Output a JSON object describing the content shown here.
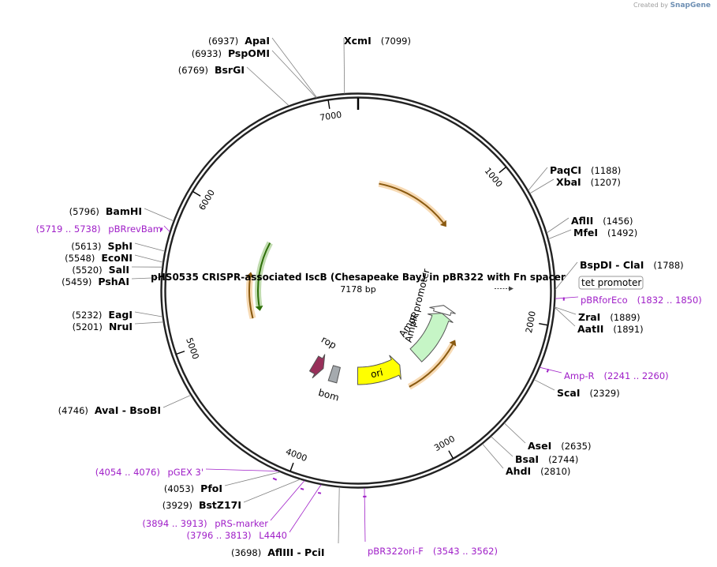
{
  "credit": {
    "prefix": "Created by",
    "brand": "SnapGene"
  },
  "plasmid": {
    "name": "pHS0535 CRISPR-associated IscB (Chesapeake Bay) in pBR322 with Fn spacer",
    "length_label": "7178 bp",
    "total_bp": 7178
  },
  "ticks": [
    {
      "bp": 1000,
      "label": "1000"
    },
    {
      "bp": 2000,
      "label": "2000"
    },
    {
      "bp": 3000,
      "label": "3000"
    },
    {
      "bp": 4000,
      "label": "4000"
    },
    {
      "bp": 5000,
      "label": "5000"
    },
    {
      "bp": 6000,
      "label": "6000"
    },
    {
      "bp": 7000,
      "label": "7000"
    }
  ],
  "enzymes": [
    {
      "bp": 6937,
      "pos_text": "(6937)",
      "name": "ApaI",
      "side": "left"
    },
    {
      "bp": 6933,
      "pos_text": "(6933)",
      "name": "PspOMI",
      "side": "left"
    },
    {
      "bp": 6769,
      "pos_text": "(6769)",
      "name": "BsrGI",
      "side": "left"
    },
    {
      "bp": 7099,
      "pos_text": "(7099)",
      "name": "XcmI",
      "side": "right"
    },
    {
      "bp": 1188,
      "pos_text": "(1188)",
      "name": "PaqCI",
      "side": "right"
    },
    {
      "bp": 1207,
      "pos_text": "(1207)",
      "name": "XbaI",
      "side": "right"
    },
    {
      "bp": 1456,
      "pos_text": "(1456)",
      "name": "AflII",
      "side": "right"
    },
    {
      "bp": 1492,
      "pos_text": "(1492)",
      "name": "MfeI",
      "side": "right"
    },
    {
      "bp": 1788,
      "pos_text": "(1788)",
      "name": "BspDI  -  ClaI",
      "side": "right"
    },
    {
      "bp": 1889,
      "pos_text": "(1889)",
      "name": "ZraI",
      "side": "right"
    },
    {
      "bp": 1891,
      "pos_text": "(1891)",
      "name": "AatII",
      "side": "right"
    },
    {
      "bp": 2329,
      "pos_text": "(2329)",
      "name": "ScaI",
      "side": "right"
    },
    {
      "bp": 2635,
      "pos_text": "(2635)",
      "name": "AseI",
      "side": "right"
    },
    {
      "bp": 2744,
      "pos_text": "(2744)",
      "name": "BsaI",
      "side": "right"
    },
    {
      "bp": 2810,
      "pos_text": "(2810)",
      "name": "AhdI",
      "side": "right"
    },
    {
      "bp": 3698,
      "pos_text": "(3698)",
      "name": "AflIII  -  PciI",
      "side": "left"
    },
    {
      "bp": 3929,
      "pos_text": "(3929)",
      "name": "BstZ17I",
      "side": "left"
    },
    {
      "bp": 4053,
      "pos_text": "(4053)",
      "name": "PfoI",
      "side": "left"
    },
    {
      "bp": 4746,
      "pos_text": "(4746)",
      "name": "AvaI  -  BsoBI",
      "side": "left"
    },
    {
      "bp": 5201,
      "pos_text": "(5201)",
      "name": "NruI",
      "side": "left"
    },
    {
      "bp": 5232,
      "pos_text": "(5232)",
      "name": "EagI",
      "side": "left"
    },
    {
      "bp": 5459,
      "pos_text": "(5459)",
      "name": "PshAI",
      "side": "left"
    },
    {
      "bp": 5520,
      "pos_text": "(5520)",
      "name": "SalI",
      "side": "left"
    },
    {
      "bp": 5548,
      "pos_text": "(5548)",
      "name": "EcoNI",
      "side": "left"
    },
    {
      "bp": 5613,
      "pos_text": "(5613)",
      "name": "SphI",
      "side": "left"
    },
    {
      "bp": 5796,
      "pos_text": "(5796)",
      "name": "BamHI",
      "side": "left"
    }
  ],
  "primers": [
    {
      "name": "pBRrevBam",
      "range_text": "(5719 .. 5738)",
      "start": 5719,
      "end": 5738,
      "side": "left"
    },
    {
      "name": "pBRforEco",
      "range_text": "(1832 .. 1850)",
      "start": 1832,
      "end": 1850,
      "side": "right"
    },
    {
      "name": "Amp-R",
      "range_text": "(2241 .. 2260)",
      "start": 2241,
      "end": 2260,
      "side": "right"
    },
    {
      "name": "pBR322ori-F",
      "range_text": "(3543 .. 3562)",
      "start": 3543,
      "end": 3562,
      "side": "right"
    },
    {
      "name": "L4440",
      "range_text": "(3796 .. 3813)",
      "start": 3796,
      "end": 3813,
      "side": "left"
    },
    {
      "name": "pRS-marker",
      "range_text": "(3894 .. 3913)",
      "start": 3894,
      "end": 3913,
      "side": "left"
    },
    {
      "name": "pGEX 3'",
      "range_text": "(4054 .. 4076)",
      "start": 4054,
      "end": 4076,
      "side": "left"
    }
  ],
  "features": [
    {
      "name": "",
      "start": 220,
      "end": 1080,
      "strand": 1,
      "radius": 138,
      "color": "#e89628",
      "kind": "orf"
    },
    {
      "name": "",
      "start": 2330,
      "end": 3030,
      "strand": -1,
      "radius": 138,
      "color": "#e89628",
      "kind": "orf"
    },
    {
      "name": "",
      "start": 5090,
      "end": 5580,
      "strand": 1,
      "radius": 138,
      "color": "#e89628",
      "kind": "orf"
    },
    {
      "name": "",
      "start": 5150,
      "end": 5950,
      "strand": -1,
      "radius": 127,
      "color": "#4c9a1c",
      "kind": "orf"
    },
    {
      "name": "AmpR",
      "start": 2095,
      "end": 2755,
      "strand": -1,
      "radius": 110,
      "color": "#c6f5c6",
      "kind": "arrow"
    },
    {
      "name": "AmpR promoter",
      "start": 1990,
      "end": 2095,
      "strand": -1,
      "radius": 110,
      "color": "#ffffff",
      "kind": "arrow"
    },
    {
      "name": "ori",
      "start": 3005,
      "end": 3595,
      "strand": -1,
      "radius": 108,
      "color": "#ffff00",
      "kind": "arrow"
    },
    {
      "name": "bom",
      "start": 3850,
      "end": 3955,
      "strand": 0,
      "radius": 110,
      "color": "#a5aaae",
      "kind": "box"
    },
    {
      "name": "rop",
      "start": 4070,
      "end": 4210,
      "strand": -1,
      "radius": 108,
      "color": "#98305a",
      "kind": "arrow"
    }
  ],
  "tet_promoter": {
    "label": "tet promoter"
  },
  "colors": {
    "backbone": "#222222",
    "primer": "#a020c8",
    "enzyme_text": "#000000",
    "leader": "#808080"
  }
}
